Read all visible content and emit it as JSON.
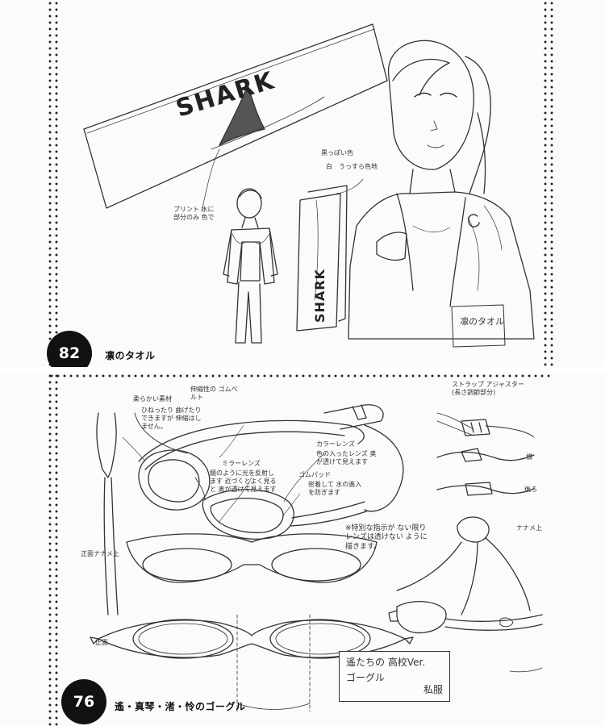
{
  "top_page": {
    "page_number": "82",
    "caption": "凛のタオル",
    "towel_text": "SHARK",
    "small_towel_text": "SHARK",
    "notes": {
      "print_note": "プリント 水に 部分のみ 色で",
      "color_black": "黒っぽい色",
      "color_white": "白",
      "color_white_detail": "うっすら色地"
    },
    "sketch_label": "凛のタオル"
  },
  "bottom_page": {
    "page_number": "76",
    "caption": "遙・真琴・渚・怜のゴーグル",
    "notes": {
      "soft_material": "柔らかい素材",
      "soft_material_detail": "ひねったり 曲げたりできますが 伸縮はしません。",
      "elastic_belt": "伸縮性の ゴムベルト",
      "strap_adjuster": "ストラップ アジャスター (長さ調節部分)",
      "mirror_lens": "ミラーレンズ",
      "mirror_lens_detail": "鏡のように光を反射します 近づくとよく見ると 奥が透けて見えます",
      "color_lens": "カラーレンズ",
      "color_lens_detail": "色の入ったレンズ 奥が透けて見えます",
      "rubber_pad": "ゴムパッド",
      "rubber_pad_detail": "密着して 水の進入を防ぎます",
      "special_note": "※特別な指示が ない限り レンズは透けない ように描きます。",
      "front_slanted": "正面ナナメ上",
      "front": "正面",
      "side": "横",
      "back": "後ろ",
      "slanted": "ナナメ上"
    },
    "box_note": {
      "line1": "遙たちの 高校Ver.",
      "line2": "ゴーグル",
      "line3": "私服"
    }
  }
}
